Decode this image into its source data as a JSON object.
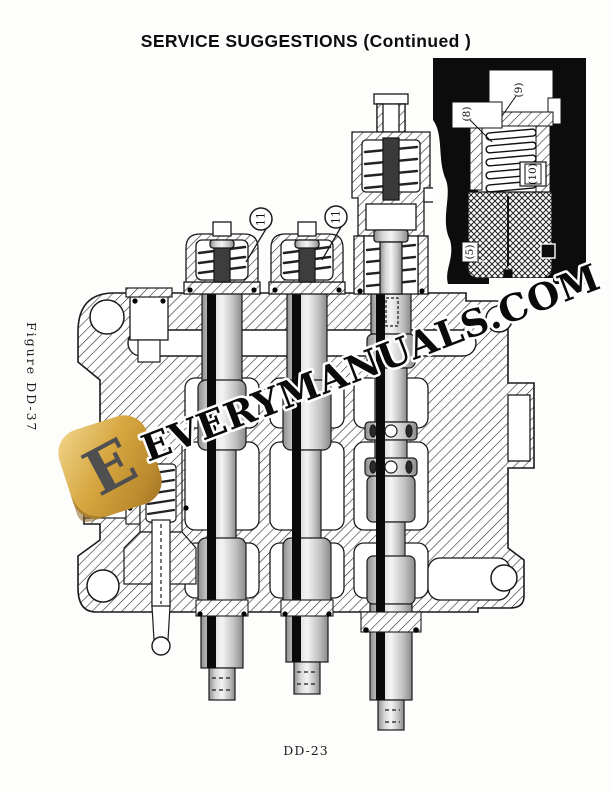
{
  "page": {
    "title": "SERVICE SUGGESTIONS (Continued )",
    "figure_label": "Figure DD-37",
    "page_number": "DD-23"
  },
  "watermark": {
    "text": "EVERYMANUALS.COM",
    "logo_letter": "E",
    "logo_color": "#d2a23b",
    "logo_letter_color": "#4f4f4f",
    "text_color": "#0a0a0a",
    "outline_color": "#ffffff"
  },
  "diagram": {
    "callouts": [
      {
        "label": "11"
      },
      {
        "label": "11"
      }
    ],
    "inset_labels": [
      {
        "label": "(9)"
      },
      {
        "label": "(8)"
      },
      {
        "label": "(10)"
      },
      {
        "label": "(5)"
      }
    ]
  }
}
